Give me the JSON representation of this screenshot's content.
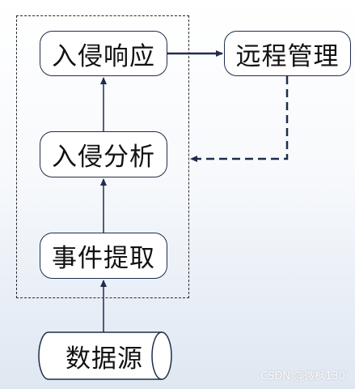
{
  "diagram": {
    "nodes": {
      "intrusion_response": "入侵响应",
      "remote_management": "远程管理",
      "intrusion_analysis": "入侵分析",
      "event_extraction": "事件提取",
      "data_source": "数据源"
    }
  },
  "watermark": "CSDN @微枫130",
  "colors": {
    "node_border": "#1f2d4d",
    "arrow": "#1f2d4d",
    "frame": "#2b2b2b"
  }
}
